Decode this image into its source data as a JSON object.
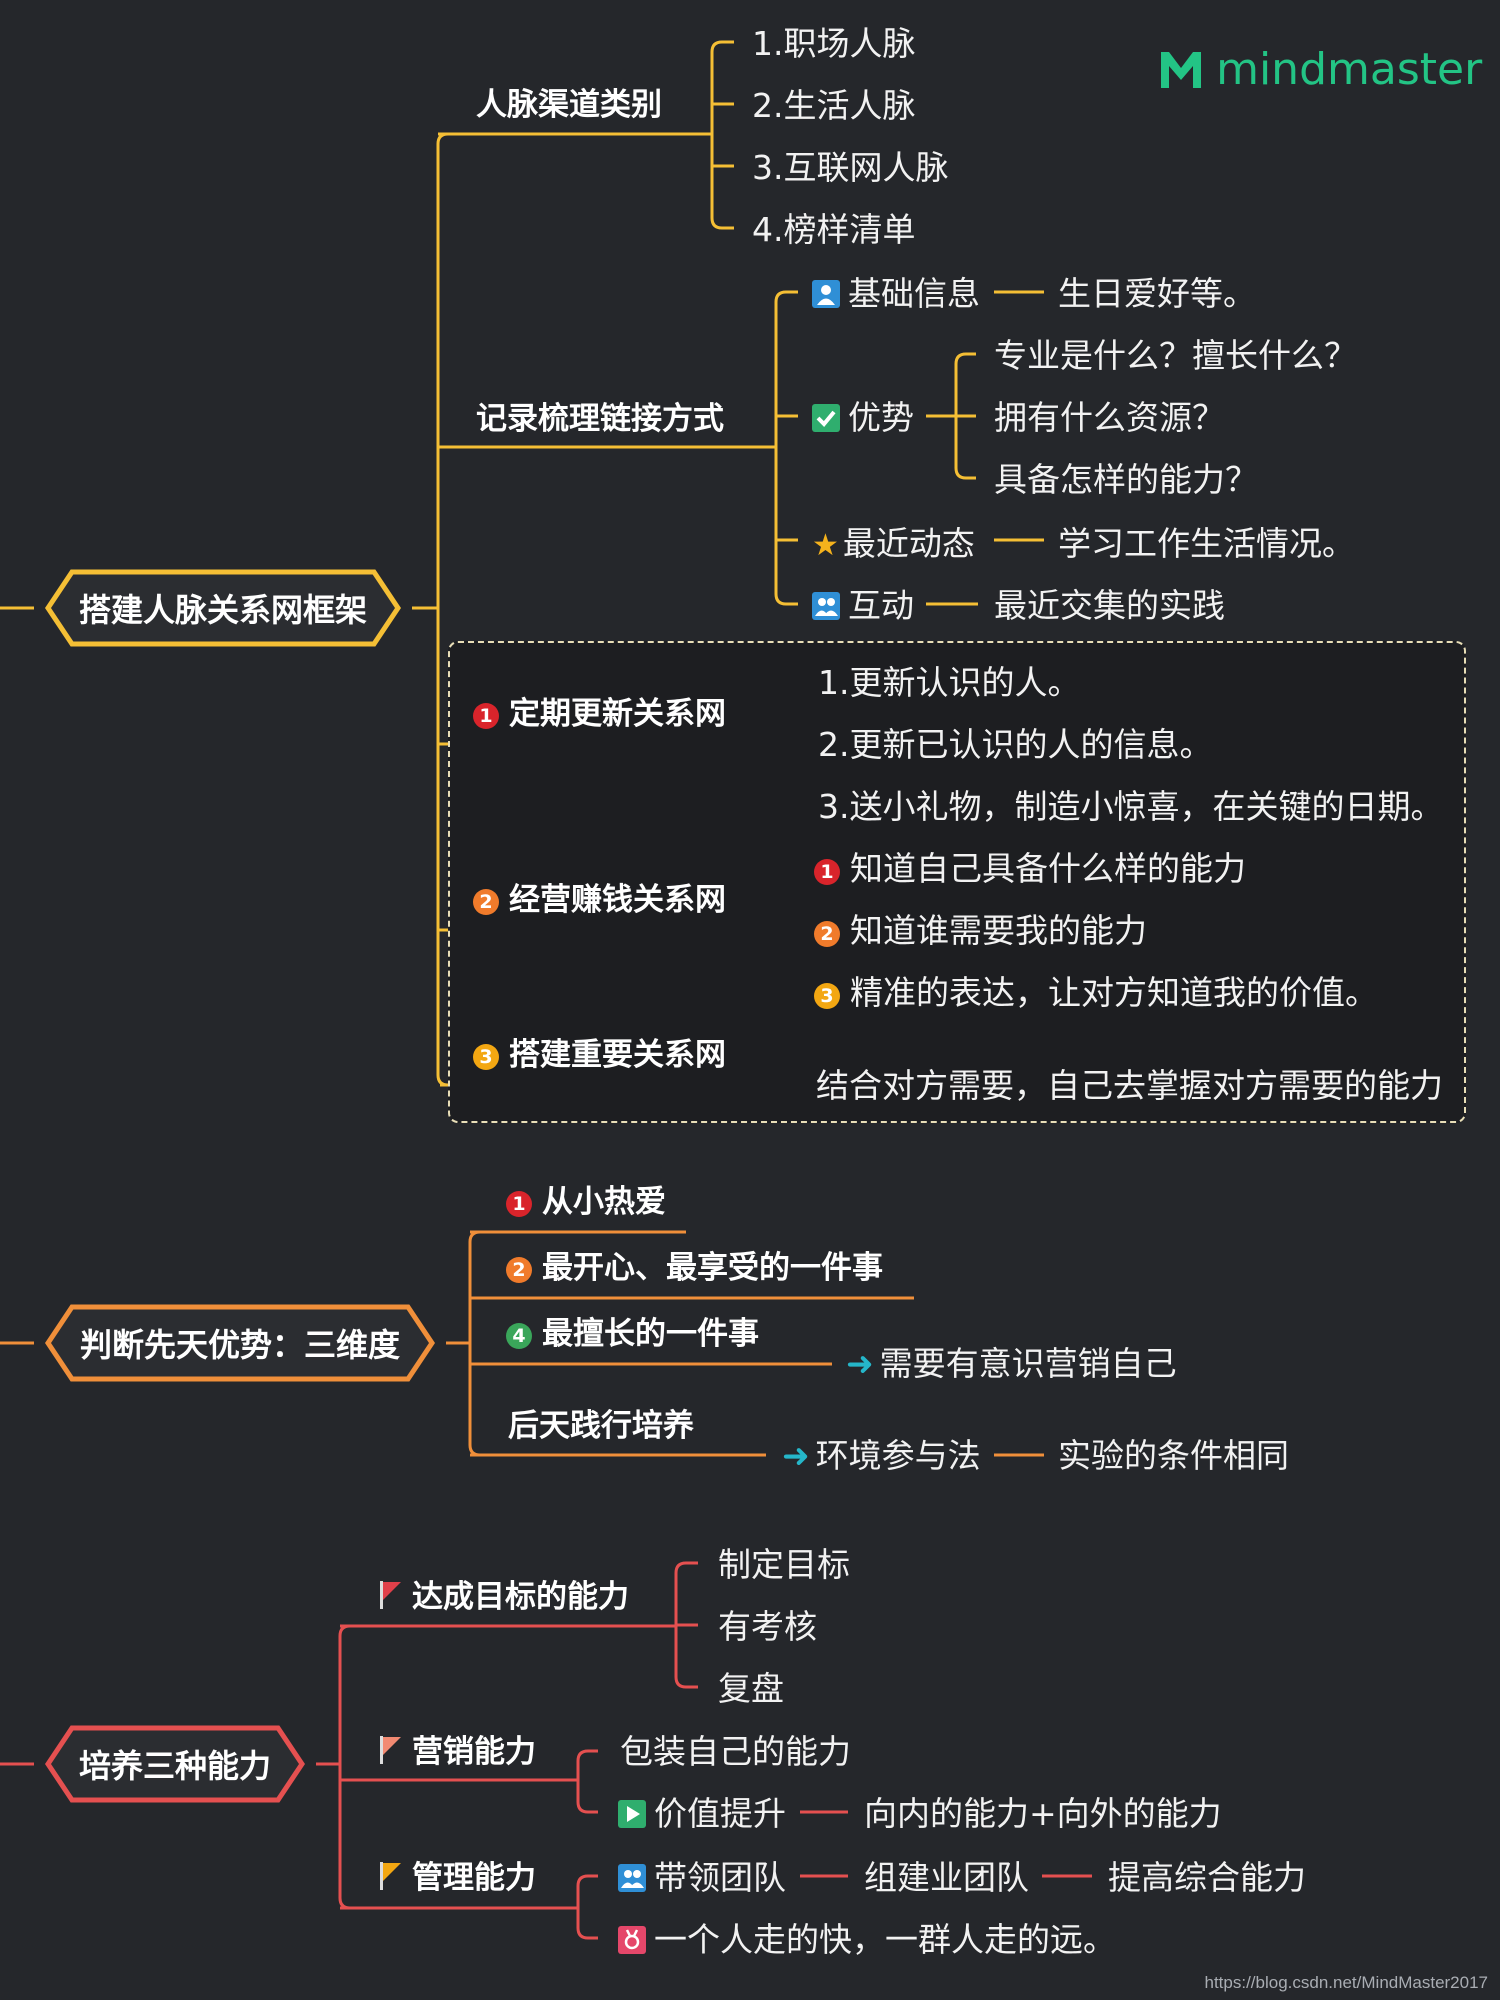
{
  "brand": {
    "name": "mindmaster",
    "color": "#23c485"
  },
  "watermark": "https://blog.csdn.net/MindMaster2017",
  "colors": {
    "yellow": "#f5bf35",
    "orange": "#f08f3a",
    "red": "#e55050",
    "dash": "#e9dfb8"
  },
  "section1": {
    "root": "搭建人脉关系网框架",
    "channels": {
      "title": "人脉渠道类别",
      "items": [
        "1.职场人脉",
        "2.生活人脉",
        "3.互联网人脉",
        "4.榜样清单"
      ]
    },
    "record": {
      "title": "记录梳理链接方式",
      "basic": {
        "label": "基础信息",
        "icon": "person-icon",
        "detail": "生日爱好等。"
      },
      "advantage": {
        "label": "优势",
        "icon": "check-icon",
        "details": [
          "专业是什么？擅长什么？",
          "拥有什么资源？",
          "具备怎样的能力？"
        ]
      },
      "recent": {
        "label": "最近动态",
        "icon": "star-icon",
        "detail": "学习工作生活情况。"
      },
      "interact": {
        "label": "互动",
        "icon": "people-icon",
        "detail": "最近交集的实践"
      }
    },
    "update": {
      "badge": "1",
      "title": "定期更新关系网",
      "items": [
        "1.更新认识的人。",
        "2.更新已认识的人的信息。",
        "3.送小礼物，制造小惊喜，在关键的日期。"
      ]
    },
    "money": {
      "badge": "2",
      "title": "经营赚钱关系网",
      "items": [
        {
          "badge": "1",
          "text": "知道自己具备什么样的能力"
        },
        {
          "badge": "2",
          "text": "知道谁需要我的能力"
        },
        {
          "badge": "3",
          "text": "精准的表达，让对方知道我的价值。"
        }
      ]
    },
    "important": {
      "badge": "3",
      "title": "搭建重要关系网",
      "detail": "结合对方需要，自己去掌握对方需要的能力"
    }
  },
  "section2": {
    "root": "判断先天优势：三维度",
    "love": {
      "badge": "1",
      "title": "从小热爱"
    },
    "happy": {
      "badge": "2",
      "title": "最开心、最享受的一件事"
    },
    "best": {
      "badge": "4",
      "title": "最擅长的一件事",
      "detail": "需要有意识营销自己"
    },
    "practice": {
      "title": "后天践行培养",
      "detail": "环境参与法",
      "detail2": "实验的条件相同"
    }
  },
  "section3": {
    "root": "培养三种能力",
    "goal": {
      "title": "达成目标的能力",
      "items": [
        "制定目标",
        "有考核",
        "复盘"
      ]
    },
    "marketing": {
      "title": "营销能力",
      "items": [
        "包装自己的能力",
        "价值提升"
      ],
      "value_detail": "向内的能力+向外的能力"
    },
    "manage": {
      "title": "管理能力",
      "lead": "带领团队",
      "lead_d1": "组建业团队",
      "lead_d2": "提高综合能力",
      "saying": "一个人走的快，一群人走的远。"
    }
  }
}
